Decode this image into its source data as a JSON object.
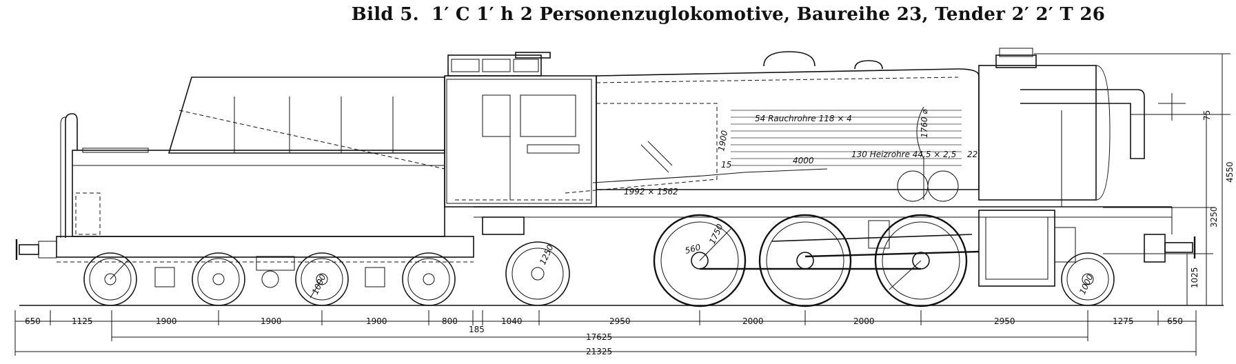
{
  "title": {
    "bild": "Bild 5.",
    "text": "1′ C 1′ h 2 Personenzuglokomotive, Baureihe 23, Tender 2′ 2′ T 26"
  },
  "labels": {
    "rauchrohre": "54 Rauchrohre 118 × 4",
    "heizrohre": "130 Heizrohre 44,5 × 2,5",
    "firebox": "1992 × 1562",
    "boiler_length": "4000",
    "boiler_dia": "1760 ⌀",
    "firebox_height": "1900",
    "n15": "15",
    "n22": "22",
    "wheel_tender": "1000",
    "wheel_lead": "1250",
    "wheel_driver_a": "1750",
    "wheel_driver_b": "560",
    "wheel_trail": "1000"
  },
  "dims_bottom": [
    "650",
    "1125",
    "1900",
    "1900",
    "1900",
    "800",
    "185",
    "1040",
    "2950",
    "2000",
    "2000",
    "2950",
    "1275",
    "650"
  ],
  "dims_total_wheelbase": "17625",
  "dims_overall": "21325",
  "dims_vertical": [
    "75",
    "4550",
    "3250",
    "1025"
  ]
}
